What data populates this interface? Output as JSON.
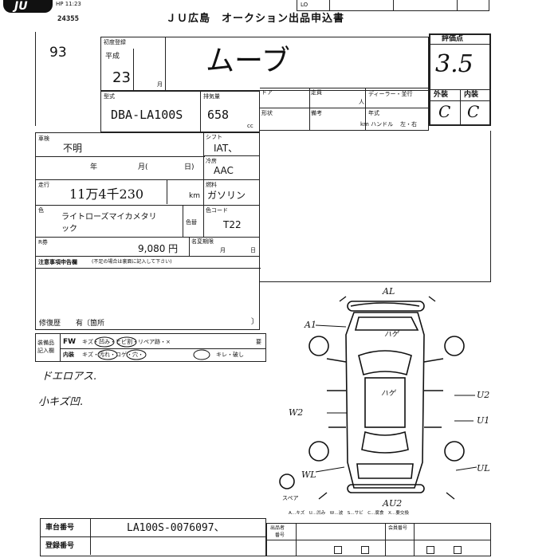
{
  "header": {
    "logo_text": "JU",
    "logo_sub": "HP 11:23",
    "logo_num": "24355",
    "title": "ＪＵ広島　オークション出品申込書",
    "top_right": "LO"
  },
  "lot": {
    "number": "93"
  },
  "first_reg": {
    "label": "初度登録",
    "era": "平成",
    "year": "23",
    "month_suffix": "月"
  },
  "car_name": {
    "value": "ムーブ"
  },
  "grade_box": {
    "label": "評価点",
    "score": "3.5",
    "exterior_label": "外装",
    "interior_label": "内装",
    "exterior": "C",
    "interior": "C"
  },
  "model": {
    "label": "型式",
    "value": "DBA-LA100S"
  },
  "displacement": {
    "label": "排気量",
    "value": "658",
    "unit": "cc"
  },
  "spec_table": {
    "door_label": "ドア",
    "capacity_label": "定員",
    "capacity_unit": "人",
    "shape_label": "形状",
    "color_label": "備考",
    "dealer_label": "ディーラー・並行",
    "model_year_label": "年式",
    "handle_label": "km ハンドル",
    "handle_value": "左・右"
  },
  "inspection": {
    "label": "車検",
    "value": "不明",
    "year_label": "年",
    "month_label": "月(",
    "day_label": "日)"
  },
  "shift": {
    "label": "シフト",
    "value": "IAT、"
  },
  "ac": {
    "label": "冷房",
    "value": "AAC"
  },
  "mileage": {
    "label": "走行",
    "value": "11万4千230",
    "unit": "km"
  },
  "fuel": {
    "label": "燃料",
    "value": "ガソリン"
  },
  "color": {
    "label": "色",
    "value_line1": "ライトローズマイカメタリ",
    "value_line2": "ック",
    "change_label": "色替",
    "code_label": "色コード",
    "code": "T22"
  },
  "recycle": {
    "label": "R券",
    "value": "9,080 円",
    "renewal_label": "名変期限",
    "month_label": "月",
    "day_label": "日"
  },
  "notes": {
    "header_label": "注意事項申告欄",
    "header_sub": "(不足の場合は裏面に記入して下さい)",
    "repair_label": "修復歴",
    "repair_value": "有〔箇所",
    "repair_close": "〕"
  },
  "equipment": {
    "label_line1": "装備品",
    "label_line2": "記入欄",
    "fw_label": "FW",
    "fw_items": "キズ・凹み・ヒビ割・リペア跡・×",
    "fw_tail": "要",
    "int_label": "内装",
    "int_items": "キズ・汚れ・コゲ・穴・",
    "int_tail": "キレ・破し"
  },
  "handwritten_notes": {
    "line1": "ドエロアス.",
    "line2": "小キズ凹."
  },
  "diagram_marks": {
    "front": "AL",
    "a1": "A1",
    "hood": "ハゲ",
    "roof": "ハゲ",
    "u2": "U2",
    "w2": "W2",
    "u1": "U1",
    "wl": "WL",
    "ul": "UL",
    "rear": "AU2",
    "spare": "スペア"
  },
  "legend": {
    "text": "A…キズ　U…凹み　W…波　S…サビ　C…腐食　X…要交換"
  },
  "chassis": {
    "label": "車台番号",
    "value": "LA100S-0076097、"
  },
  "registration": {
    "label": "登録番号"
  },
  "footer_boxes": {
    "label1": "出品者",
    "label2": "番号",
    "label3": "会員番号"
  }
}
